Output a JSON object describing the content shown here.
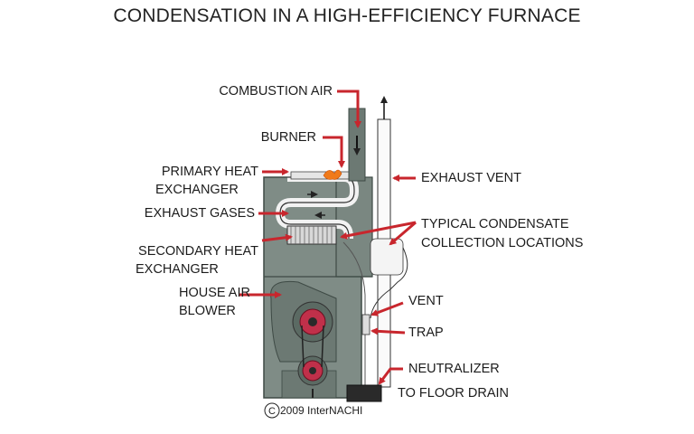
{
  "title": "CONDENSATION IN A HIGH-EFFICIENCY FURNACE",
  "labels": {
    "combustion_air": "COMBUSTION AIR",
    "burner": "BURNER",
    "primary_heat_exchanger_1": "PRIMARY HEAT",
    "primary_heat_exchanger_2": "EXCHANGER",
    "exhaust_gases": "EXHAUST GASES",
    "secondary_heat_exchanger_1": "SECONDARY HEAT",
    "secondary_heat_exchanger_2": "EXCHANGER",
    "house_air_blower_1": "HOUSE AIR",
    "house_air_blower_2": "BLOWER",
    "exhaust_vent": "EXHAUST VENT",
    "condensate_1": "TYPICAL  CONDENSATE",
    "condensate_2": "COLLECTION LOCATIONS",
    "vent": "VENT",
    "trap": "TRAP",
    "neutralizer": "NEUTRALIZER",
    "floor_drain": "TO FLOOR DRAIN"
  },
  "copyright": "2009 InterNACHI",
  "colors": {
    "callout_red": "#c8262d",
    "cabinet_gray": "#7f8c86",
    "panel_dark": "#5f6d67",
    "blower_red": "#c0304a"
  }
}
